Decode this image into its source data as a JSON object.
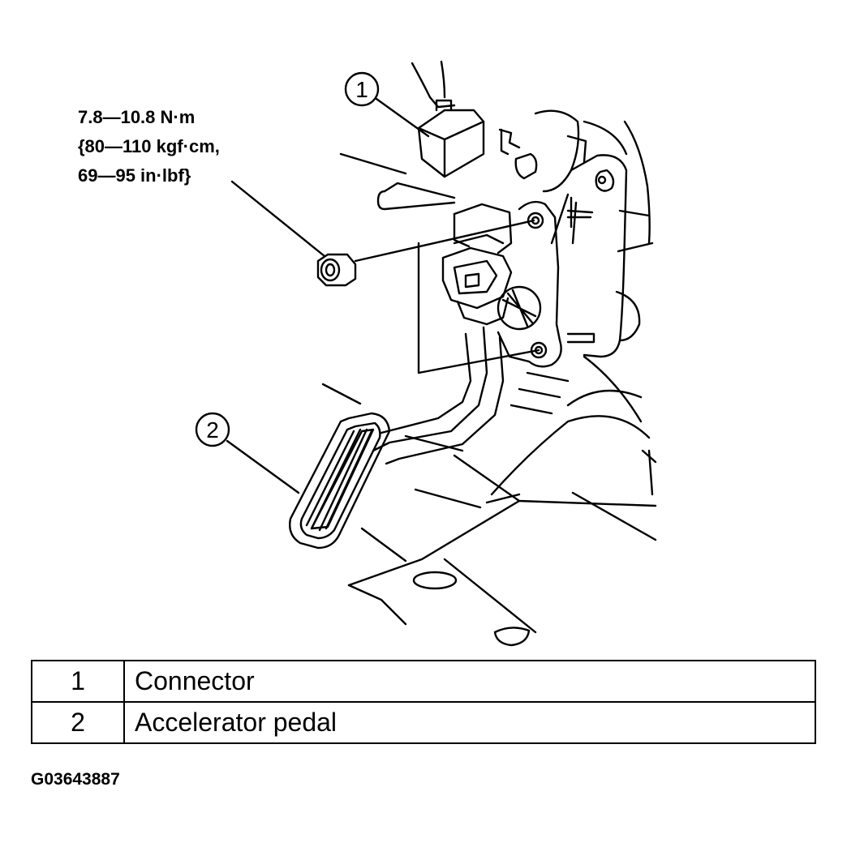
{
  "torque_spec": {
    "line1": "7.8—10.8 N·m",
    "line2": "{80—110 kgf·cm,",
    "line3": "69—95 in·lbf}"
  },
  "callouts": [
    {
      "number": "1",
      "label": "Connector"
    },
    {
      "number": "2",
      "label": "Accelerator pedal"
    }
  ],
  "legend": {
    "rows": [
      {
        "number": "1",
        "label": "Connector"
      },
      {
        "number": "2",
        "label": "Accelerator pedal"
      }
    ]
  },
  "figure_id": "G03643887"
}
